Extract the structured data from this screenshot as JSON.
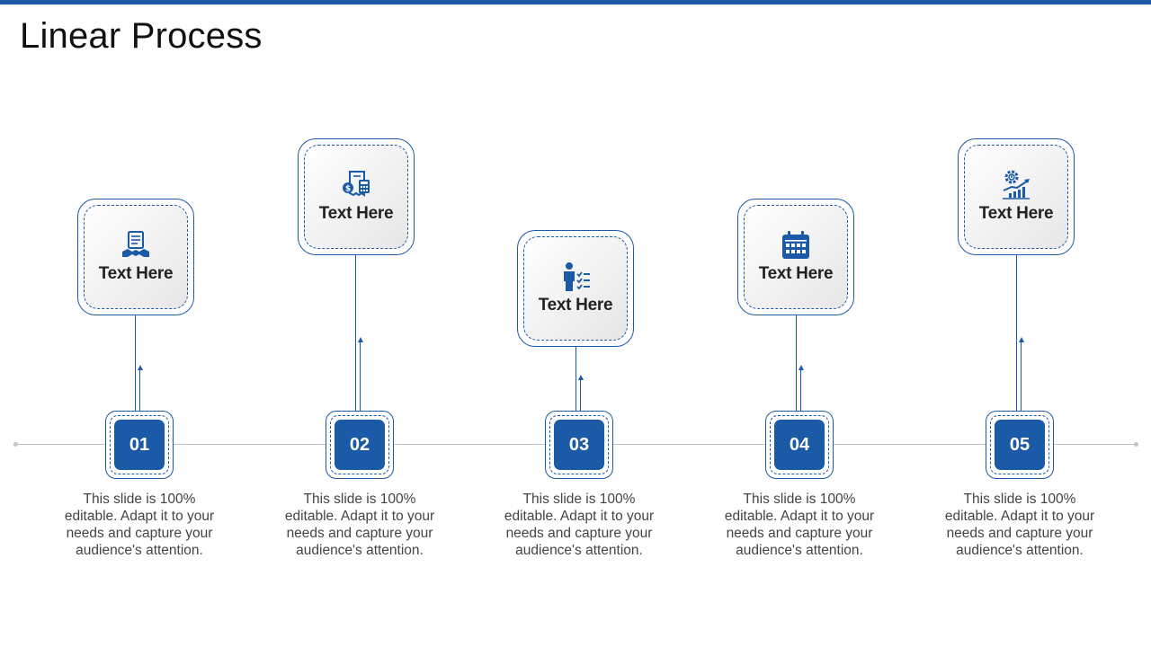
{
  "slide": {
    "title": "Linear Process",
    "accent_color": "#1b5aa6",
    "steps": [
      {
        "number": "01",
        "label": "Text Here",
        "icon": "handshake-contract-icon",
        "description": "This slide is 100% editable. Adapt it to your needs and capture your audience's attention."
      },
      {
        "number": "02",
        "label": "Text Here",
        "icon": "invoice-calculator-icon",
        "description": "This slide is 100% editable. Adapt it to your needs and capture your audience's attention."
      },
      {
        "number": "03",
        "label": "Text Here",
        "icon": "person-checklist-icon",
        "description": "This slide is 100% editable. Adapt it to your needs and capture your audience's attention."
      },
      {
        "number": "04",
        "label": "Text Here",
        "icon": "calendar-icon",
        "description": "This slide is 100% editable. Adapt it to your needs and capture your audience's attention."
      },
      {
        "number": "05",
        "label": "Text Here",
        "icon": "gear-growth-chart-icon",
        "description": "This slide is 100% editable. Adapt it to your needs and capture your audience's attention."
      }
    ]
  }
}
